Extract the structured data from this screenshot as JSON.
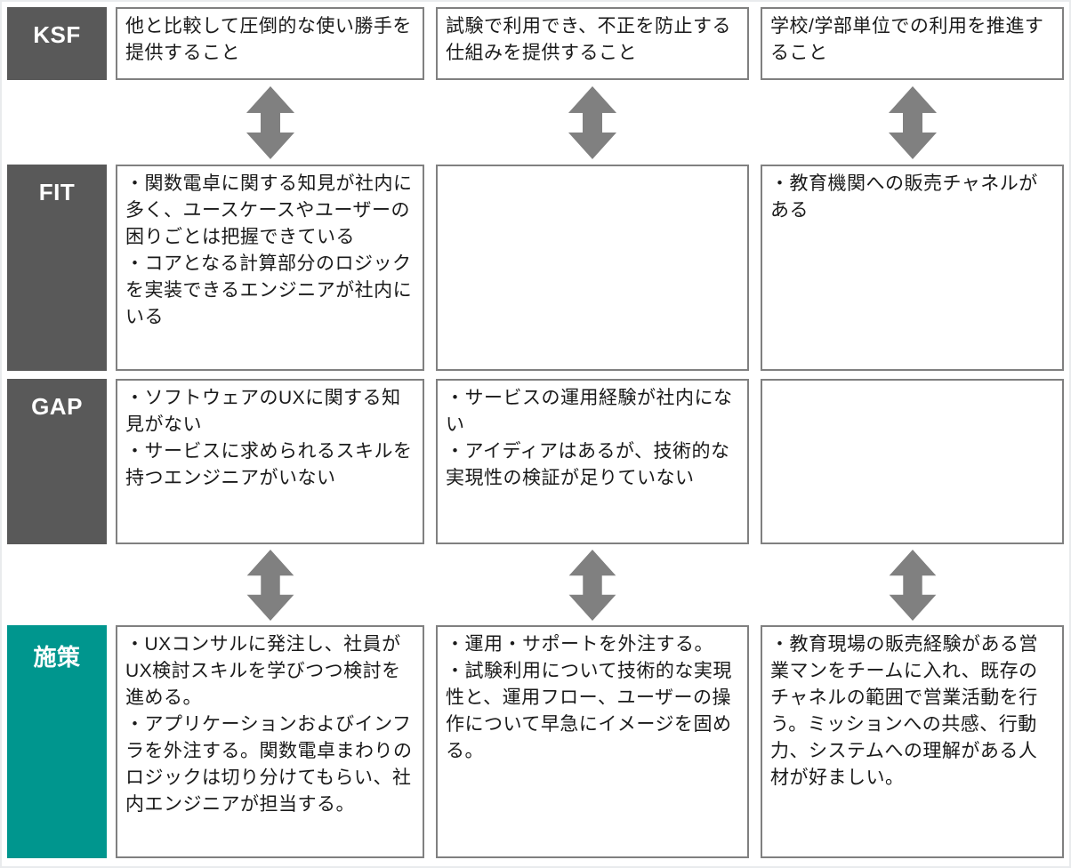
{
  "matrix": {
    "rows": [
      {
        "label": "KSF",
        "cells": [
          {
            "items": [
              "他と比較して圧倒的な使い勝手を提供すること"
            ]
          },
          {
            "items": [
              "試験で利用でき、不正を防止する仕組みを提供すること"
            ]
          },
          {
            "items": [
              "学校/学部単位での利用を推進すること"
            ]
          }
        ]
      },
      {
        "label": "FIT",
        "cells": [
          {
            "items": [
              "・関数電卓に関する知見が社内に多く、ユースケースやユーザーの困りごとは把握できている",
              "・コアとなる計算部分のロジックを実装できるエンジニアが社内にいる"
            ]
          },
          {
            "items": []
          },
          {
            "items": [
              "・教育機関への販売チャネルがある"
            ]
          }
        ]
      },
      {
        "label": "GAP",
        "cells": [
          {
            "items": [
              "・ソフトウェアのUXに関する知見がない",
              "・サービスに求められるスキルを持つエンジニアがいない"
            ]
          },
          {
            "items": [
              "・サービスの運用経験が社内にない",
              "・アイディアはあるが、技術的な実現性の検証が足りていない"
            ]
          },
          {
            "items": []
          }
        ]
      },
      {
        "label": "施策",
        "cells": [
          {
            "items": [
              "・UXコンサルに発注し、社員がUX検討スキルを学びつつ検討を進める。",
              "・アプリケーションおよびインフラを外注する。関数電卓まわりのロジックは切り分けてもらい、社内エンジニアが担当する。"
            ]
          },
          {
            "items": [
              "・運用・サポートを外注する。",
              "・試験利用について技術的な実現性と、運用フロー、ユーザーの操作について早急にイメージを固める。"
            ]
          },
          {
            "items": [
              "・教育現場の販売経験がある営業マンをチームに入れ、既存のチャネルの範囲で営業活動を行う。ミッションへの共感、行動力、システムへの理解がある人材が好ましい。"
            ]
          }
        ]
      }
    ]
  },
  "colors": {
    "label_dark": "#595959",
    "label_accent": "#00968E",
    "box_border": "#808080",
    "arrow": "#808080",
    "text": "#1a1a1a"
  }
}
